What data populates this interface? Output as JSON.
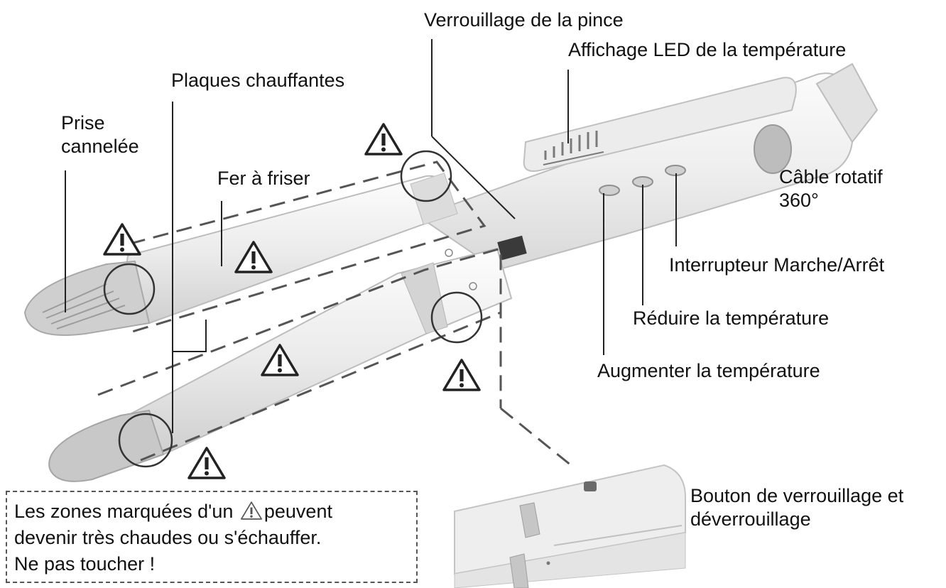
{
  "labels": {
    "clamp_lock": "Verrouillage de la pince",
    "led_display": "Affichage LED de la température",
    "heating_plates": "Plaques chauffantes",
    "grooved_tip": "Prise\ncannelée",
    "curling_iron": "Fer à friser",
    "rotating_cable": "Câble rotatif\n360°",
    "power_switch": "Interrupteur Marche/Arrêt",
    "temp_down": "Réduire la température",
    "temp_up": "Augmenter la température",
    "lock_button": "Bouton de verrouillage et\ndéverrouillage"
  },
  "warning": {
    "line1_before": "Les zones marquées d'un",
    "line1_after": "peuvent",
    "line2": "devenir très chaudes ou s'échauffer.",
    "line3": "Ne pas toucher !"
  },
  "icons": {
    "hot_surface": "warning-triangle-icon"
  }
}
